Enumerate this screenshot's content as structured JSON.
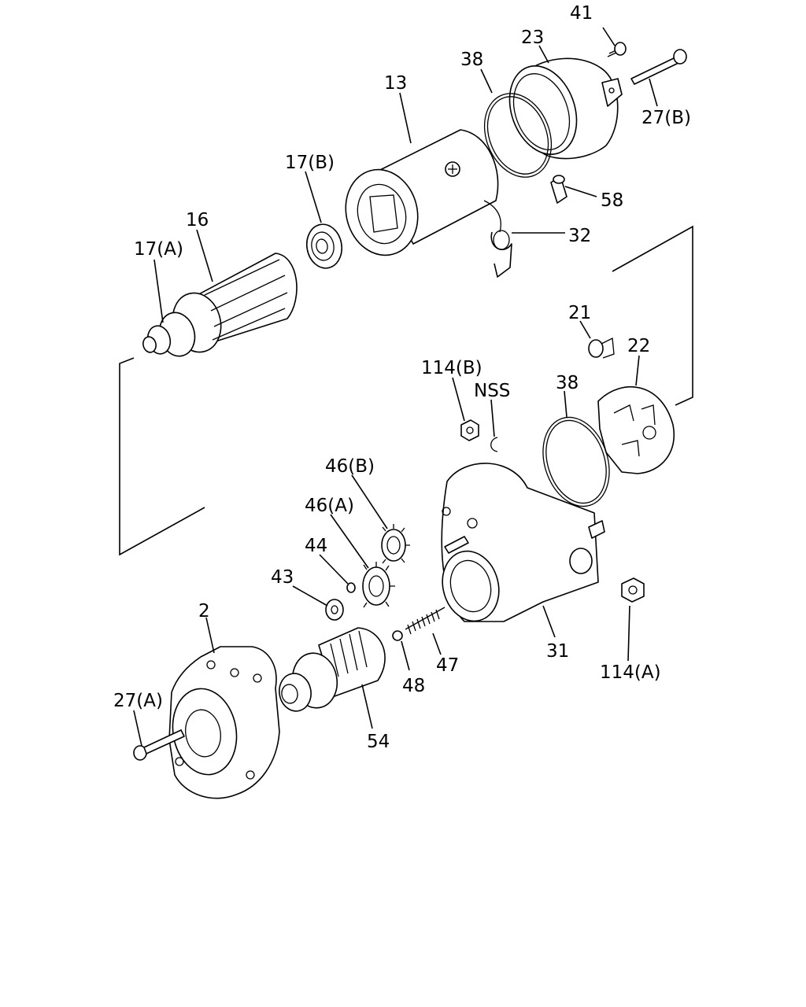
{
  "callouts": {
    "c41": "41",
    "c23": "23",
    "c38_top": "38",
    "c27b": "27(B)",
    "c13": "13",
    "c17b": "17(B)",
    "c58": "58",
    "c16": "16",
    "c17a": "17(A)",
    "c32": "32",
    "c21": "21",
    "c22": "22",
    "c114b": "114(B)",
    "cnss": "NSS",
    "c38_mid": "38",
    "c46b": "46(B)",
    "c46a": "46(A)",
    "c44": "44",
    "c43": "43",
    "c2": "2",
    "c47": "47",
    "c31": "31",
    "c114a": "114(A)",
    "c48": "48",
    "c27a": "27(A)",
    "c54": "54"
  }
}
